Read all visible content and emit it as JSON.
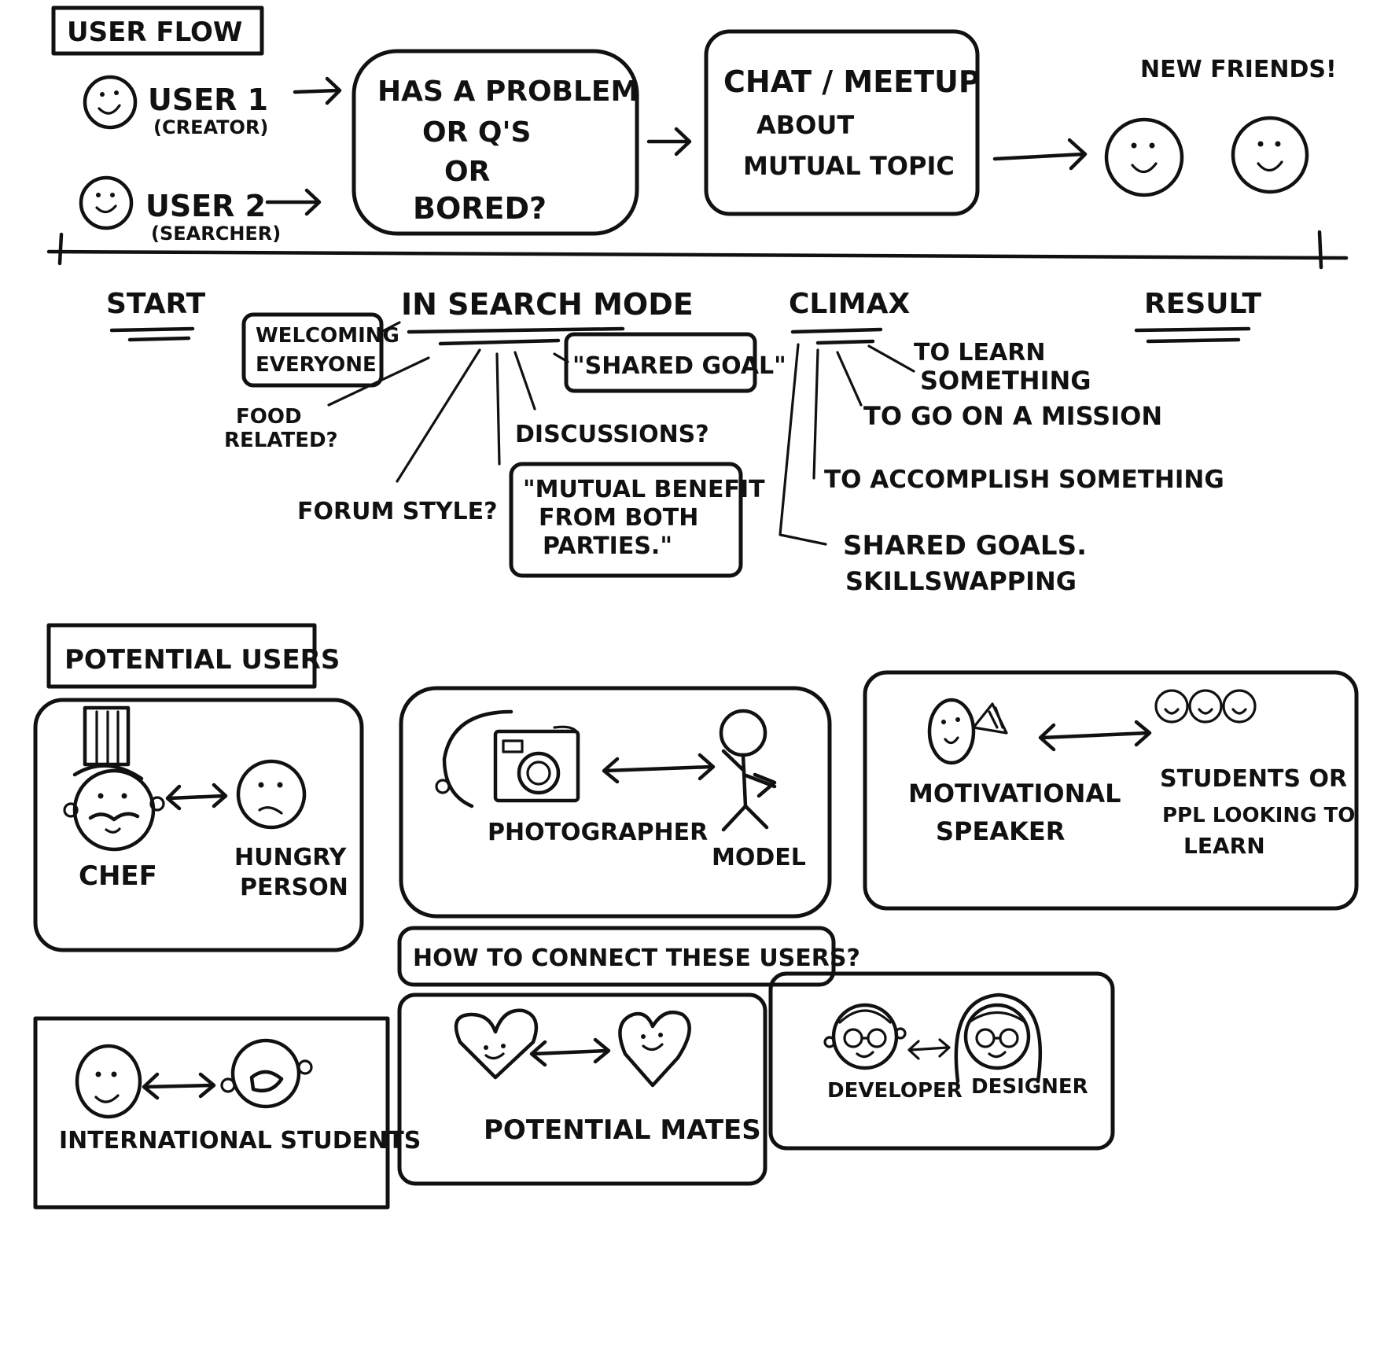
{
  "user_flow": {
    "heading": "USER FLOW",
    "user1": {
      "label": "USER 1",
      "role": "(CREATOR)"
    },
    "user2": {
      "label": "USER 2",
      "role": "(SEARCHER)"
    },
    "problem_box": [
      "HAS A PROBLEM",
      "OR Q'S",
      "OR",
      "BORED?"
    ],
    "chat_box": [
      "CHAT / MEETUP",
      "ABOUT",
      "MUTUAL TOPIC"
    ],
    "result_label": "NEW FRIENDS!"
  },
  "timeline": {
    "start": "START",
    "search": {
      "label": "IN SEARCH MODE",
      "welcoming": [
        "WELCOMING",
        "EVERYONE"
      ],
      "food": [
        "FOOD",
        "RELATED?"
      ],
      "forum": "FORUM STYLE?",
      "discussions": "DISCUSSIONS?",
      "shared_goal": "\"SHARED GOAL\"",
      "mutual": [
        "\"MUTUAL BENEFIT",
        "FROM BOTH",
        "PARTIES.\""
      ]
    },
    "climax": {
      "label": "CLIMAX",
      "learn": [
        "TO LEARN",
        "SOMETHING"
      ],
      "mission": "TO GO ON A MISSION",
      "accomplish": "TO ACCOMPLISH SOMETHING",
      "shared": [
        "SHARED GOALS.",
        "SKILLSWAPPING"
      ]
    },
    "result": "RESULT"
  },
  "potential_users": {
    "heading": "POTENTIAL USERS",
    "chef": "CHEF",
    "hungry": [
      "HUNGRY",
      "PERSON"
    ],
    "photographer": "PHOTOGRAPHER",
    "model": "MODEL",
    "speaker": [
      "MOTIVATIONAL",
      "SPEAKER"
    ],
    "students": [
      "STUDENTS OR",
      "PPL LOOKING TO",
      "LEARN"
    ],
    "connect_question": "HOW TO CONNECT THESE USERS?",
    "intl": "INTERNATIONAL STUDENTS",
    "mates": "POTENTIAL MATES",
    "developer": "DEVELOPER",
    "designer": "DESIGNER"
  }
}
